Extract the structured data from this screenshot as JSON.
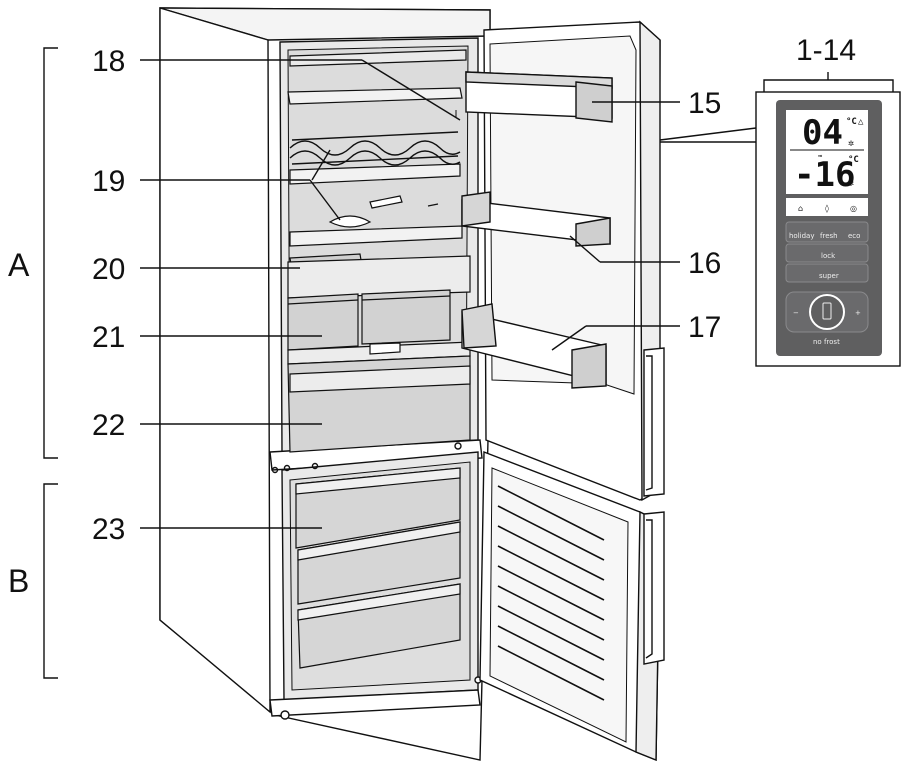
{
  "callouts": {
    "c18": "18",
    "c19": "19",
    "c20": "20",
    "c21": "21",
    "c22": "22",
    "c23": "23",
    "c15": "15",
    "c16": "16",
    "c17": "17",
    "c1_14": "1-14"
  },
  "sections": {
    "a": "A",
    "b": "B"
  },
  "panel": {
    "fridge_temp": "04",
    "fridge_unit": "°C",
    "freezer_temp": "-16",
    "freezer_unit": "°C",
    "btn_holiday": "holiday",
    "btn_fresh": "fresh",
    "btn_eco": "eco",
    "btn_lock": "lock",
    "btn_super": "super",
    "btn_minus": "−",
    "btn_plus": "+",
    "dial_label": "no frost"
  },
  "colors": {
    "line": "#111111",
    "panel_bg": "#5f5f60",
    "panel_btn": "#6e6e70",
    "lcd_bg": "#ffffff",
    "interior_shade": "#d8d8d8"
  }
}
